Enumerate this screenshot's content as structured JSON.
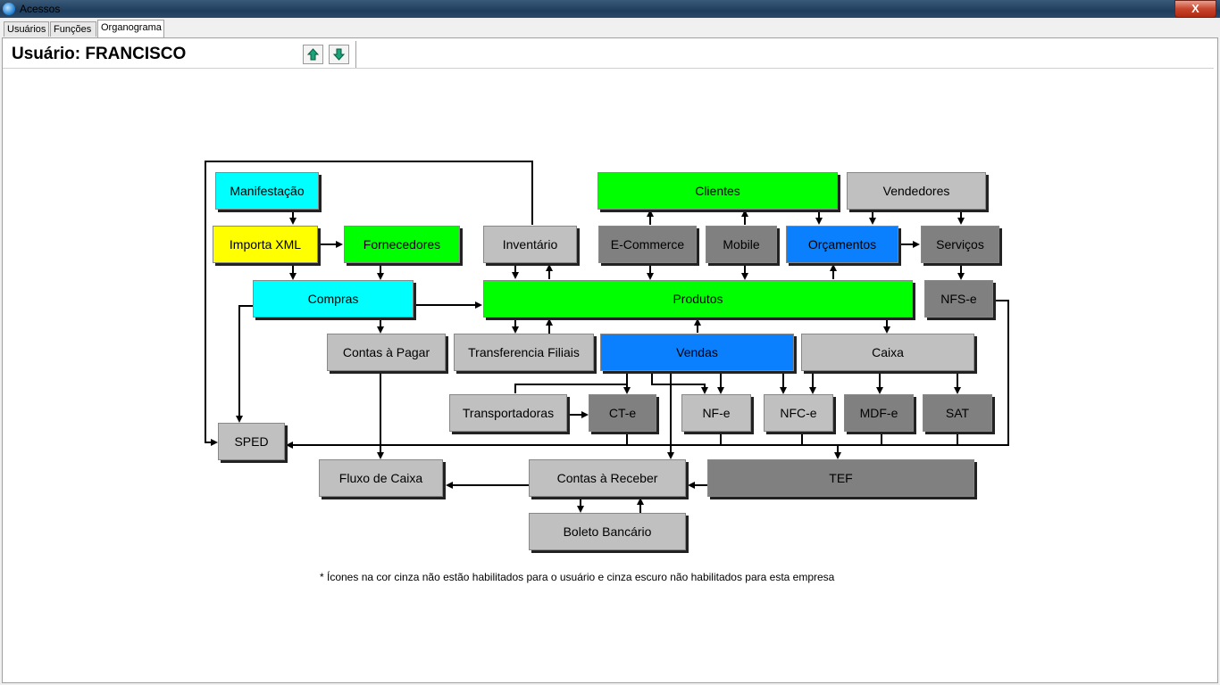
{
  "window": {
    "title": "Acessos",
    "close_label": "X"
  },
  "tabs": [
    {
      "label": "Usuários",
      "active": false
    },
    {
      "label": "Funções",
      "active": false
    },
    {
      "label": "Organograma",
      "active": true
    }
  ],
  "header": {
    "user_label": "Usuário: FRANCISCO"
  },
  "colors": {
    "cyan": "#00ffff",
    "yellow": "#ffff00",
    "green": "#00ff00",
    "blue": "#0a80ff",
    "gray": "#c0c0c0",
    "dark_gray": "#808080"
  },
  "nodes": {
    "manifestacao": "Manifestação",
    "importa_xml": "Importa XML",
    "fornecedores": "Fornecedores",
    "inventario": "Inventário",
    "clientes": "Clientes",
    "vendedores": "Vendedores",
    "ecommerce": "E-Commerce",
    "mobile": "Mobile",
    "orcamentos": "Orçamentos",
    "servicos": "Serviços",
    "compras": "Compras",
    "produtos": "Produtos",
    "nfse": "NFS-e",
    "contas_pagar": "Contas à Pagar",
    "transferencia": "Transferencia Filiais",
    "vendas": "Vendas",
    "caixa": "Caixa",
    "transportadoras": "Transportadoras",
    "cte": "CT-e",
    "nfe": "NF-e",
    "nfce": "NFC-e",
    "mdfe": "MDF-e",
    "sat": "SAT",
    "sped": "SPED",
    "fluxo_caixa": "Fluxo de Caixa",
    "contas_receber": "Contas à Receber",
    "tef": "TEF",
    "boleto": "Boleto Bancário"
  },
  "footnote": "* Ícones na cor cinza não estão habilitados para o usuário e cinza escuro não habilitados para  esta empresa"
}
